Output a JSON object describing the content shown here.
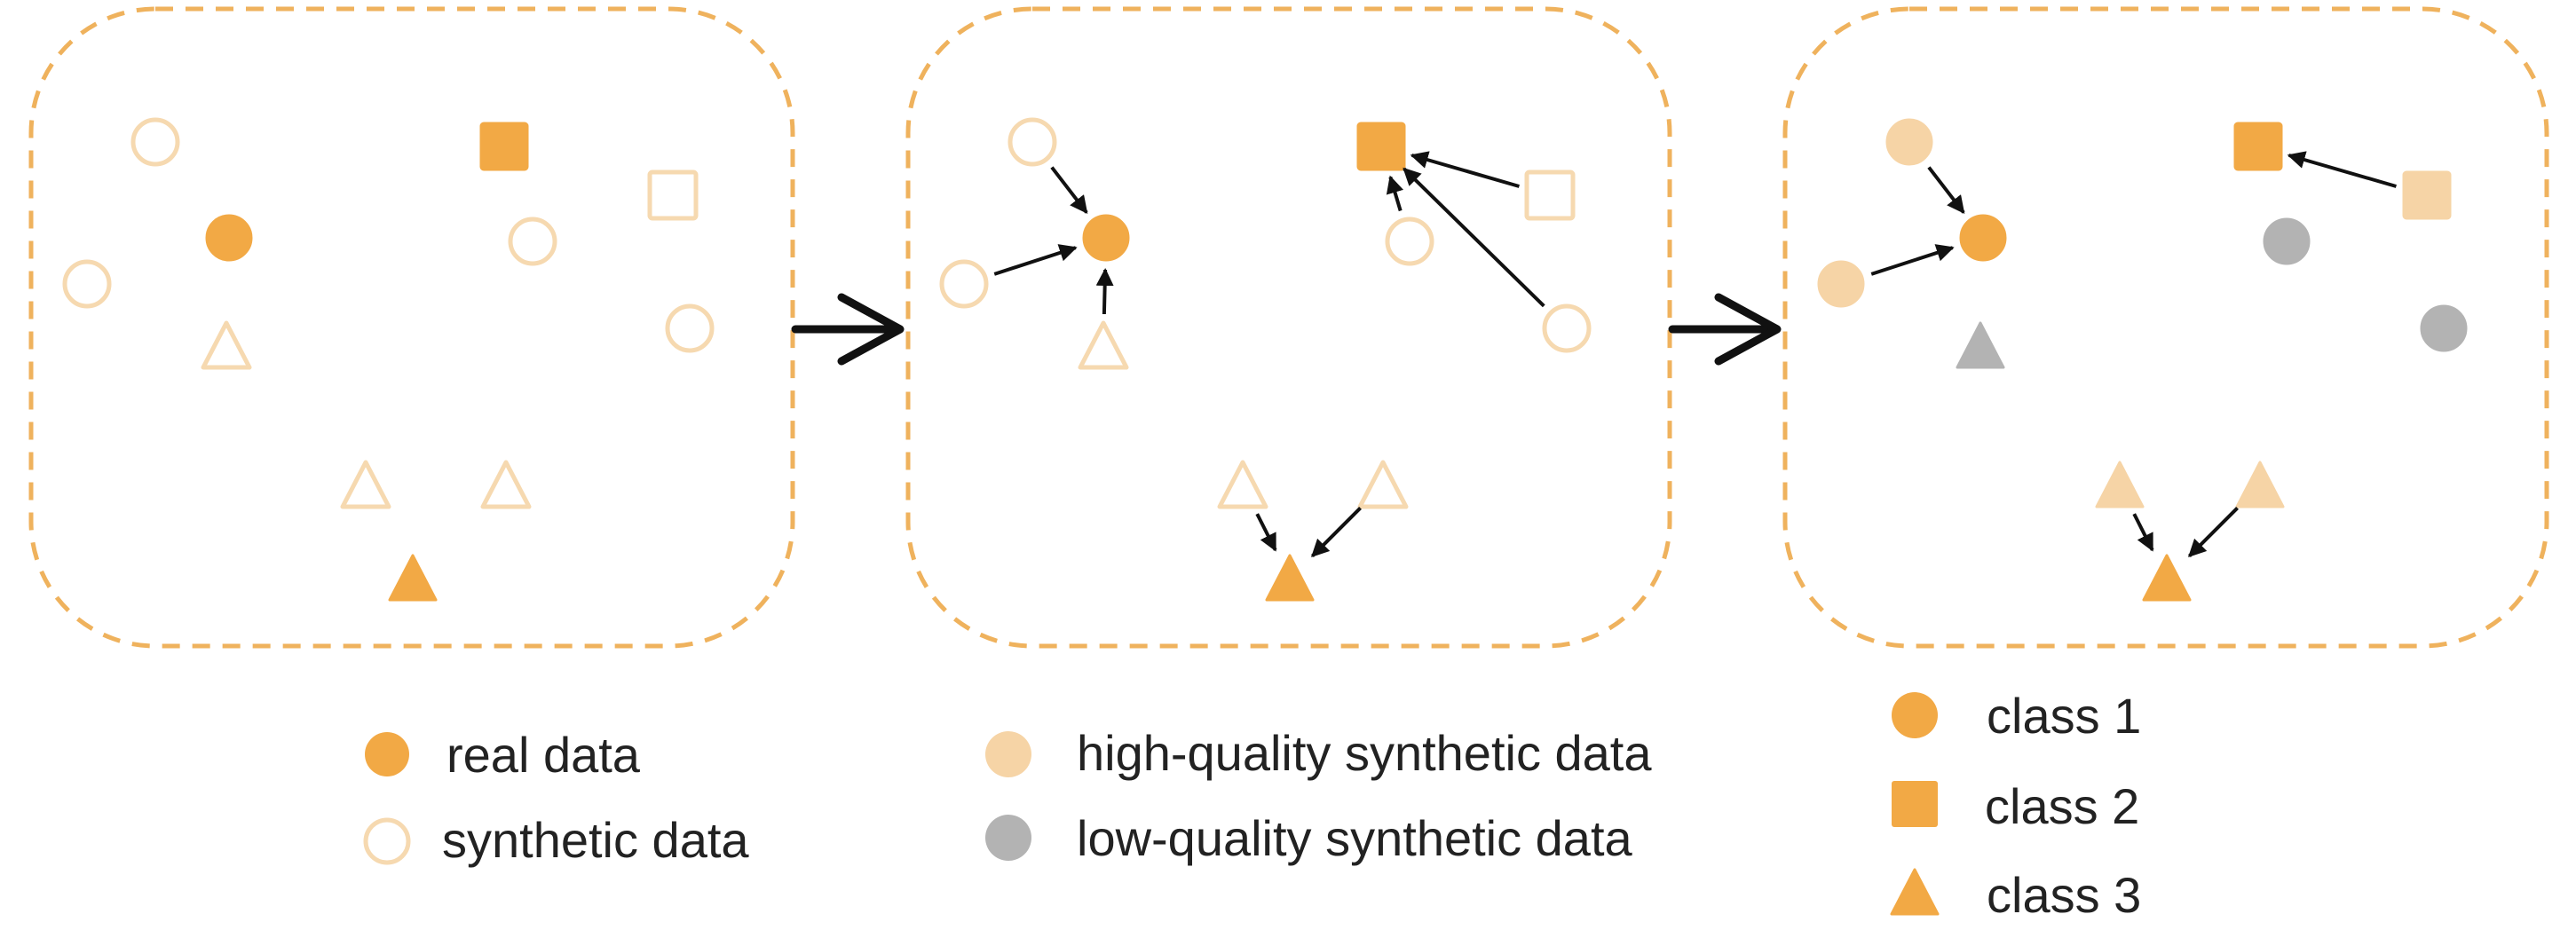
{
  "colors": {
    "real": "#F2A945",
    "synthetic_outline": "#F6D9B0",
    "high_quality": "#F6D4A6",
    "low_quality": "#B3B3B3",
    "panel_border": "#EFB25D",
    "arrow": "#111111"
  },
  "legend": {
    "real_data": "real data",
    "synthetic_data": "synthetic data",
    "high_quality": "high-quality synthetic data",
    "low_quality": "low-quality synthetic data",
    "class_1": "class 1",
    "class_2": "class 2",
    "class_3": "class 3"
  },
  "panels": [
    {
      "name": "panel-initial-data",
      "points": [
        {
          "shape": "circle",
          "style": "synthetic",
          "class": 1
        },
        {
          "shape": "circle",
          "style": "real",
          "class": 1
        },
        {
          "shape": "circle",
          "style": "synthetic",
          "class": 1
        },
        {
          "shape": "triangle",
          "style": "synthetic",
          "class": 3
        },
        {
          "shape": "square",
          "style": "real",
          "class": 2
        },
        {
          "shape": "square",
          "style": "synthetic",
          "class": 2
        },
        {
          "shape": "circle",
          "style": "synthetic",
          "class": 2
        },
        {
          "shape": "circle",
          "style": "synthetic",
          "class": 2
        },
        {
          "shape": "triangle",
          "style": "synthetic",
          "class": 3
        },
        {
          "shape": "triangle",
          "style": "synthetic",
          "class": 3
        },
        {
          "shape": "triangle",
          "style": "real",
          "class": 3
        }
      ]
    },
    {
      "name": "panel-matching",
      "points": [
        {
          "shape": "circle",
          "style": "synthetic",
          "class": 1
        },
        {
          "shape": "circle",
          "style": "real",
          "class": 1
        },
        {
          "shape": "circle",
          "style": "synthetic",
          "class": 1
        },
        {
          "shape": "triangle",
          "style": "synthetic",
          "class": 3
        },
        {
          "shape": "square",
          "style": "real",
          "class": 2
        },
        {
          "shape": "square",
          "style": "synthetic",
          "class": 2
        },
        {
          "shape": "circle",
          "style": "synthetic",
          "class": 2
        },
        {
          "shape": "circle",
          "style": "synthetic",
          "class": 2
        },
        {
          "shape": "triangle",
          "style": "synthetic",
          "class": 3
        },
        {
          "shape": "triangle",
          "style": "synthetic",
          "class": 3
        },
        {
          "shape": "triangle",
          "style": "real",
          "class": 3
        }
      ]
    },
    {
      "name": "panel-quality-filtered",
      "points": [
        {
          "shape": "circle",
          "style": "high_quality",
          "class": 1
        },
        {
          "shape": "circle",
          "style": "real",
          "class": 1
        },
        {
          "shape": "circle",
          "style": "high_quality",
          "class": 1
        },
        {
          "shape": "triangle",
          "style": "low_quality",
          "class": 3
        },
        {
          "shape": "square",
          "style": "real",
          "class": 2
        },
        {
          "shape": "square",
          "style": "high_quality",
          "class": 2
        },
        {
          "shape": "circle",
          "style": "low_quality",
          "class": 2
        },
        {
          "shape": "circle",
          "style": "low_quality",
          "class": 2
        },
        {
          "shape": "triangle",
          "style": "high_quality",
          "class": 3
        },
        {
          "shape": "triangle",
          "style": "high_quality",
          "class": 3
        },
        {
          "shape": "triangle",
          "style": "real",
          "class": 3
        }
      ]
    }
  ]
}
